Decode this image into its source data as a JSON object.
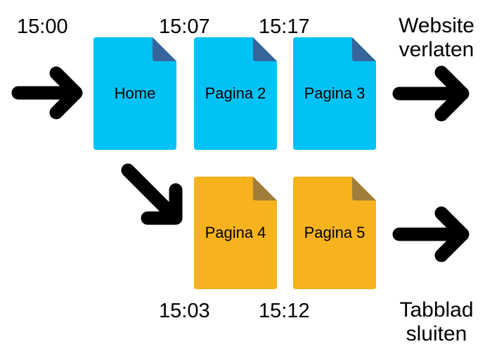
{
  "colors": {
    "blue_page": "#00C2F5",
    "blue_fold": "#35659B",
    "orange_page": "#F6B31D",
    "orange_fold": "#A07E3A",
    "arrow": "#000000"
  },
  "times": {
    "entry": "15:00",
    "page2": "15:07",
    "page3": "15:17",
    "page4": "15:03",
    "page5": "15:12"
  },
  "pages": {
    "home": "Home",
    "page2": "Pagina 2",
    "page3": "Pagina 3",
    "page4": "Pagina 4",
    "page5": "Pagina 5"
  },
  "exits": {
    "leave_website_line1": "Website",
    "leave_website_line2": "verlaten",
    "close_tab_line1": "Tabblad",
    "close_tab_line2": "sluiten"
  }
}
